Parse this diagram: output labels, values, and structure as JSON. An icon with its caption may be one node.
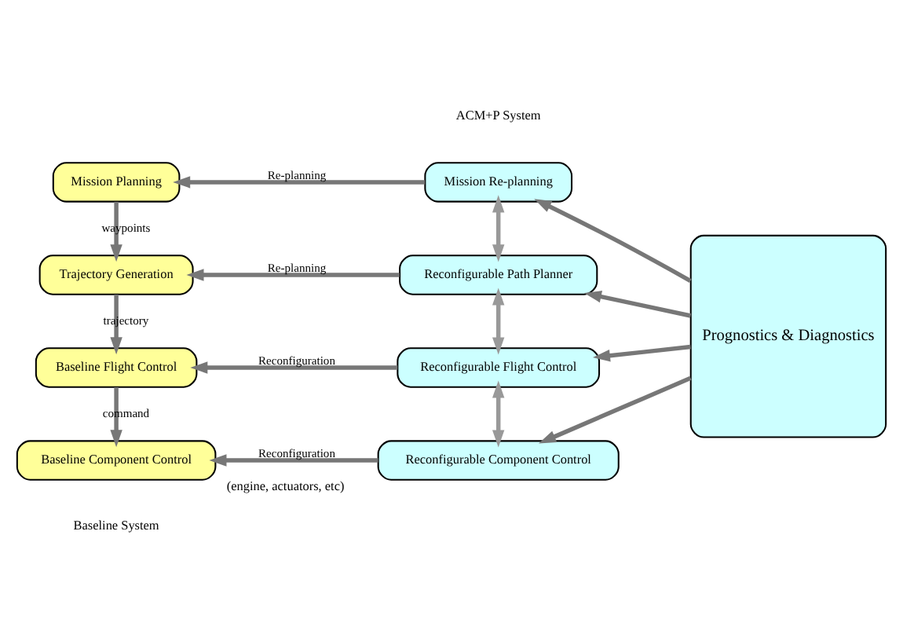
{
  "diagram": {
    "nodes": [
      {
        "text": [
          "Mission Planning"
        ]
      },
      {
        "text": [
          "Trajectory Generation"
        ]
      },
      {
        "text": [
          "Baseline Flight Control"
        ]
      },
      {
        "text": [
          "Baseline Component Control"
        ],
        "beside": [
          "(engine, actuators, etc)"
        ]
      },
      {
        "text": [
          "Mission Re-planning"
        ]
      },
      {
        "text": [
          "Reconfigurable Path Planner"
        ]
      },
      {
        "text": [
          "Reconfigurable Flight Control"
        ]
      },
      {
        "text": [
          "Reconfigurable Component Control"
        ]
      },
      {
        "text": [
          "Prognostics & Diagnostics"
        ]
      }
    ],
    "edges": [
      {
        "from": 0,
        "to": 1,
        "arrow": "to",
        "label": "waypoints"
      },
      {
        "from": 1,
        "to": 2,
        "arrow": "to",
        "label": "trajectory"
      },
      {
        "from": 2,
        "to": 3,
        "arrow": "to",
        "label": "command"
      },
      {
        "from": 4,
        "to": 0,
        "arrow": "to",
        "label": "Re-planning"
      },
      {
        "from": 5,
        "to": 1,
        "arrow": "to",
        "label": "Re-planning"
      },
      {
        "from": 6,
        "to": 2,
        "arrow": "to",
        "label": "Reconfiguration"
      },
      {
        "from": 7,
        "to": 3,
        "arrow": "to",
        "label": "Reconfiguration"
      },
      {
        "from": 4,
        "to": 5,
        "arrow": "both"
      },
      {
        "from": 5,
        "to": 6,
        "arrow": "both"
      },
      {
        "from": 6,
        "to": 7,
        "arrow": "both"
      },
      {
        "from": 8,
        "to": 4,
        "arrow": "to"
      },
      {
        "from": 8,
        "to": 5,
        "arrow": "to"
      },
      {
        "from": 8,
        "to": 6,
        "arrow": "to"
      },
      {
        "from": 8,
        "to": 7,
        "arrow": "to"
      }
    ],
    "labels": [
      "Baseline System",
      "ACM+P System"
    ]
  }
}
